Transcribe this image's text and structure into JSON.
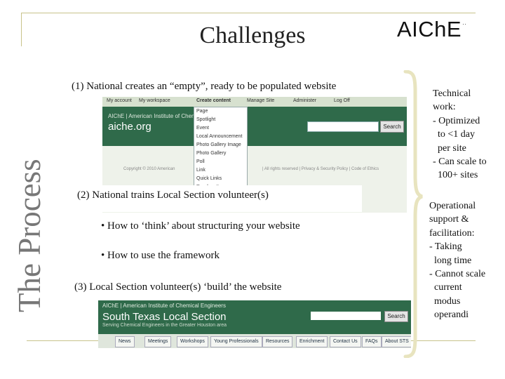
{
  "slide": {
    "title": "Challenges",
    "logo": "AIChE",
    "logo_mark": "··",
    "vertical_label": "The Process"
  },
  "steps": {
    "step1": "(1) National creates an “empty”, ready to be populated website",
    "step2": "(2) National trains Local Section volunteer(s)",
    "bullet1": "• How to ‘think’ about structuring your website",
    "bullet2": "• How to use the framework",
    "step3": "(3) Local Section volunteer(s) ‘build’ the website"
  },
  "screenshot1": {
    "tabs": [
      "My account",
      "My workspace",
      "Create content",
      "Manage Site",
      "Administer",
      "Log Off"
    ],
    "org": "AIChE | American Institute of Chemic",
    "site": "aiche.org",
    "search_button": "Search",
    "menu_items": [
      "Page",
      "Spotlight",
      "Event",
      "Local Announcement",
      "Photo Gallery Image",
      "Photo Gallery",
      "Poll",
      "Link",
      "Quick Links",
      "Random Item"
    ],
    "footer_left": "Copyright © 2010 American",
    "footer_right": "| All rights reserved | Privacy & Security Policy | Code of Ethics"
  },
  "screenshot2": {
    "org": "AIChE | American Institute of Chemical Engineers",
    "site": "South Texas Local Section",
    "tagline": "Serving Chemical Engineers in the Greater Houston area",
    "search_button": "Search",
    "nav": [
      "News",
      "Meetings",
      "Workshops",
      "Young Professionals",
      "Resources",
      "Enrichment",
      "Contact Us",
      "FAQs",
      "About STS"
    ]
  },
  "sidebar": {
    "technical": "Technical\nwork:\n- Optimized\n  to <1 day\n  per site\n- Can scale to\n  100+ sites",
    "operational": "Operational\nsupport &\nfacilitation:\n- Taking\n  long time\n- Cannot scale\n  current\n  modus\n  operandi"
  },
  "colors": {
    "frame": "#c8c38a",
    "site_green": "#2f6a4a"
  }
}
